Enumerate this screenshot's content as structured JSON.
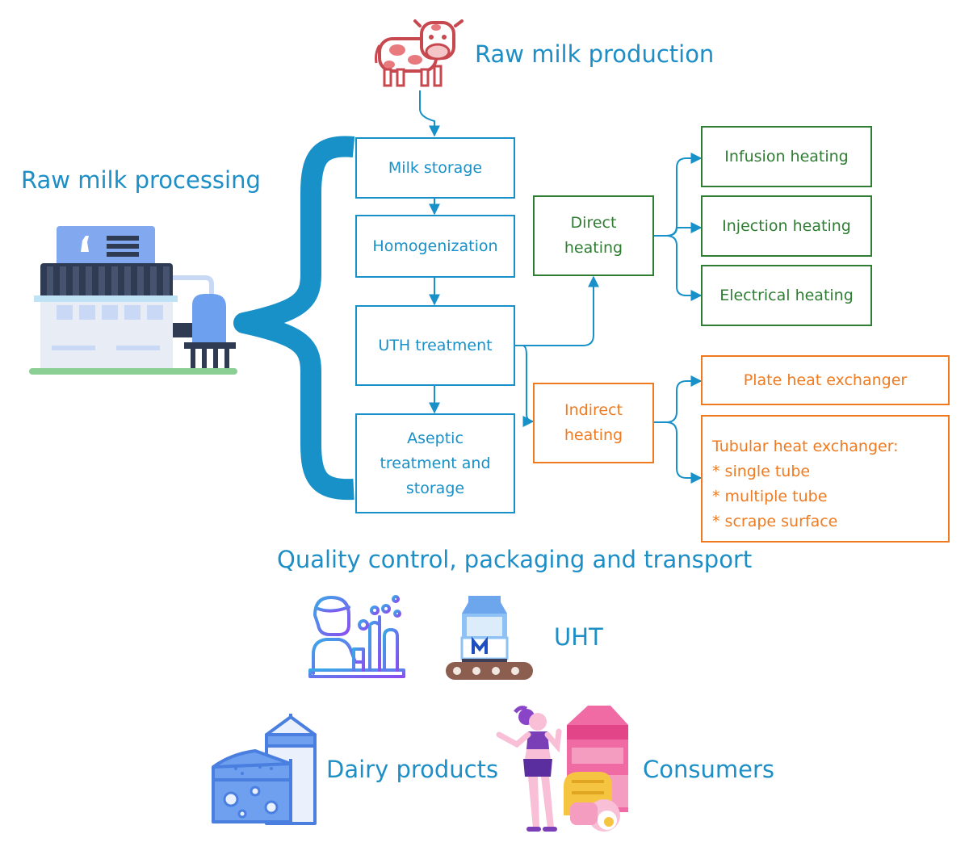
{
  "titles": {
    "raw_milk_production": "Raw milk production",
    "raw_milk_processing": "Raw milk processing",
    "quality": "Quality control, packaging and transport",
    "uht": "UHT",
    "dairy": "Dairy products",
    "consumers": "Consumers"
  },
  "steps": {
    "milk_storage": "Milk storage",
    "homogenization": "Homogenization",
    "uth_treatment": "UTH treatment",
    "aseptic": "Aseptic\ntreatment and\nstorage"
  },
  "direct": {
    "label": "Direct\nheating",
    "infusion": "Infusion heating",
    "injection": "Injection heating",
    "electrical": "Electrical heating"
  },
  "indirect": {
    "label": "Indirect\nheating",
    "plate": "Plate heat exchanger",
    "tubular_title": "Tubular  heat exchanger:",
    "tubular_items": [
      "* single tube",
      "* multiple tube",
      "* scrape surface"
    ]
  },
  "icons": {
    "cow": "cow-icon",
    "factory": "factory-icon",
    "scientist": "lab-scientist-icon",
    "milk_carton": "milk-carton-conveyor-icon",
    "dairy": "cheese-silo-icon",
    "consumer": "consumer-woman-icon"
  },
  "colors": {
    "blue": "#1890c8",
    "green": "#2e7d32",
    "orange": "#f07a1f",
    "cow": "#c8484f"
  }
}
